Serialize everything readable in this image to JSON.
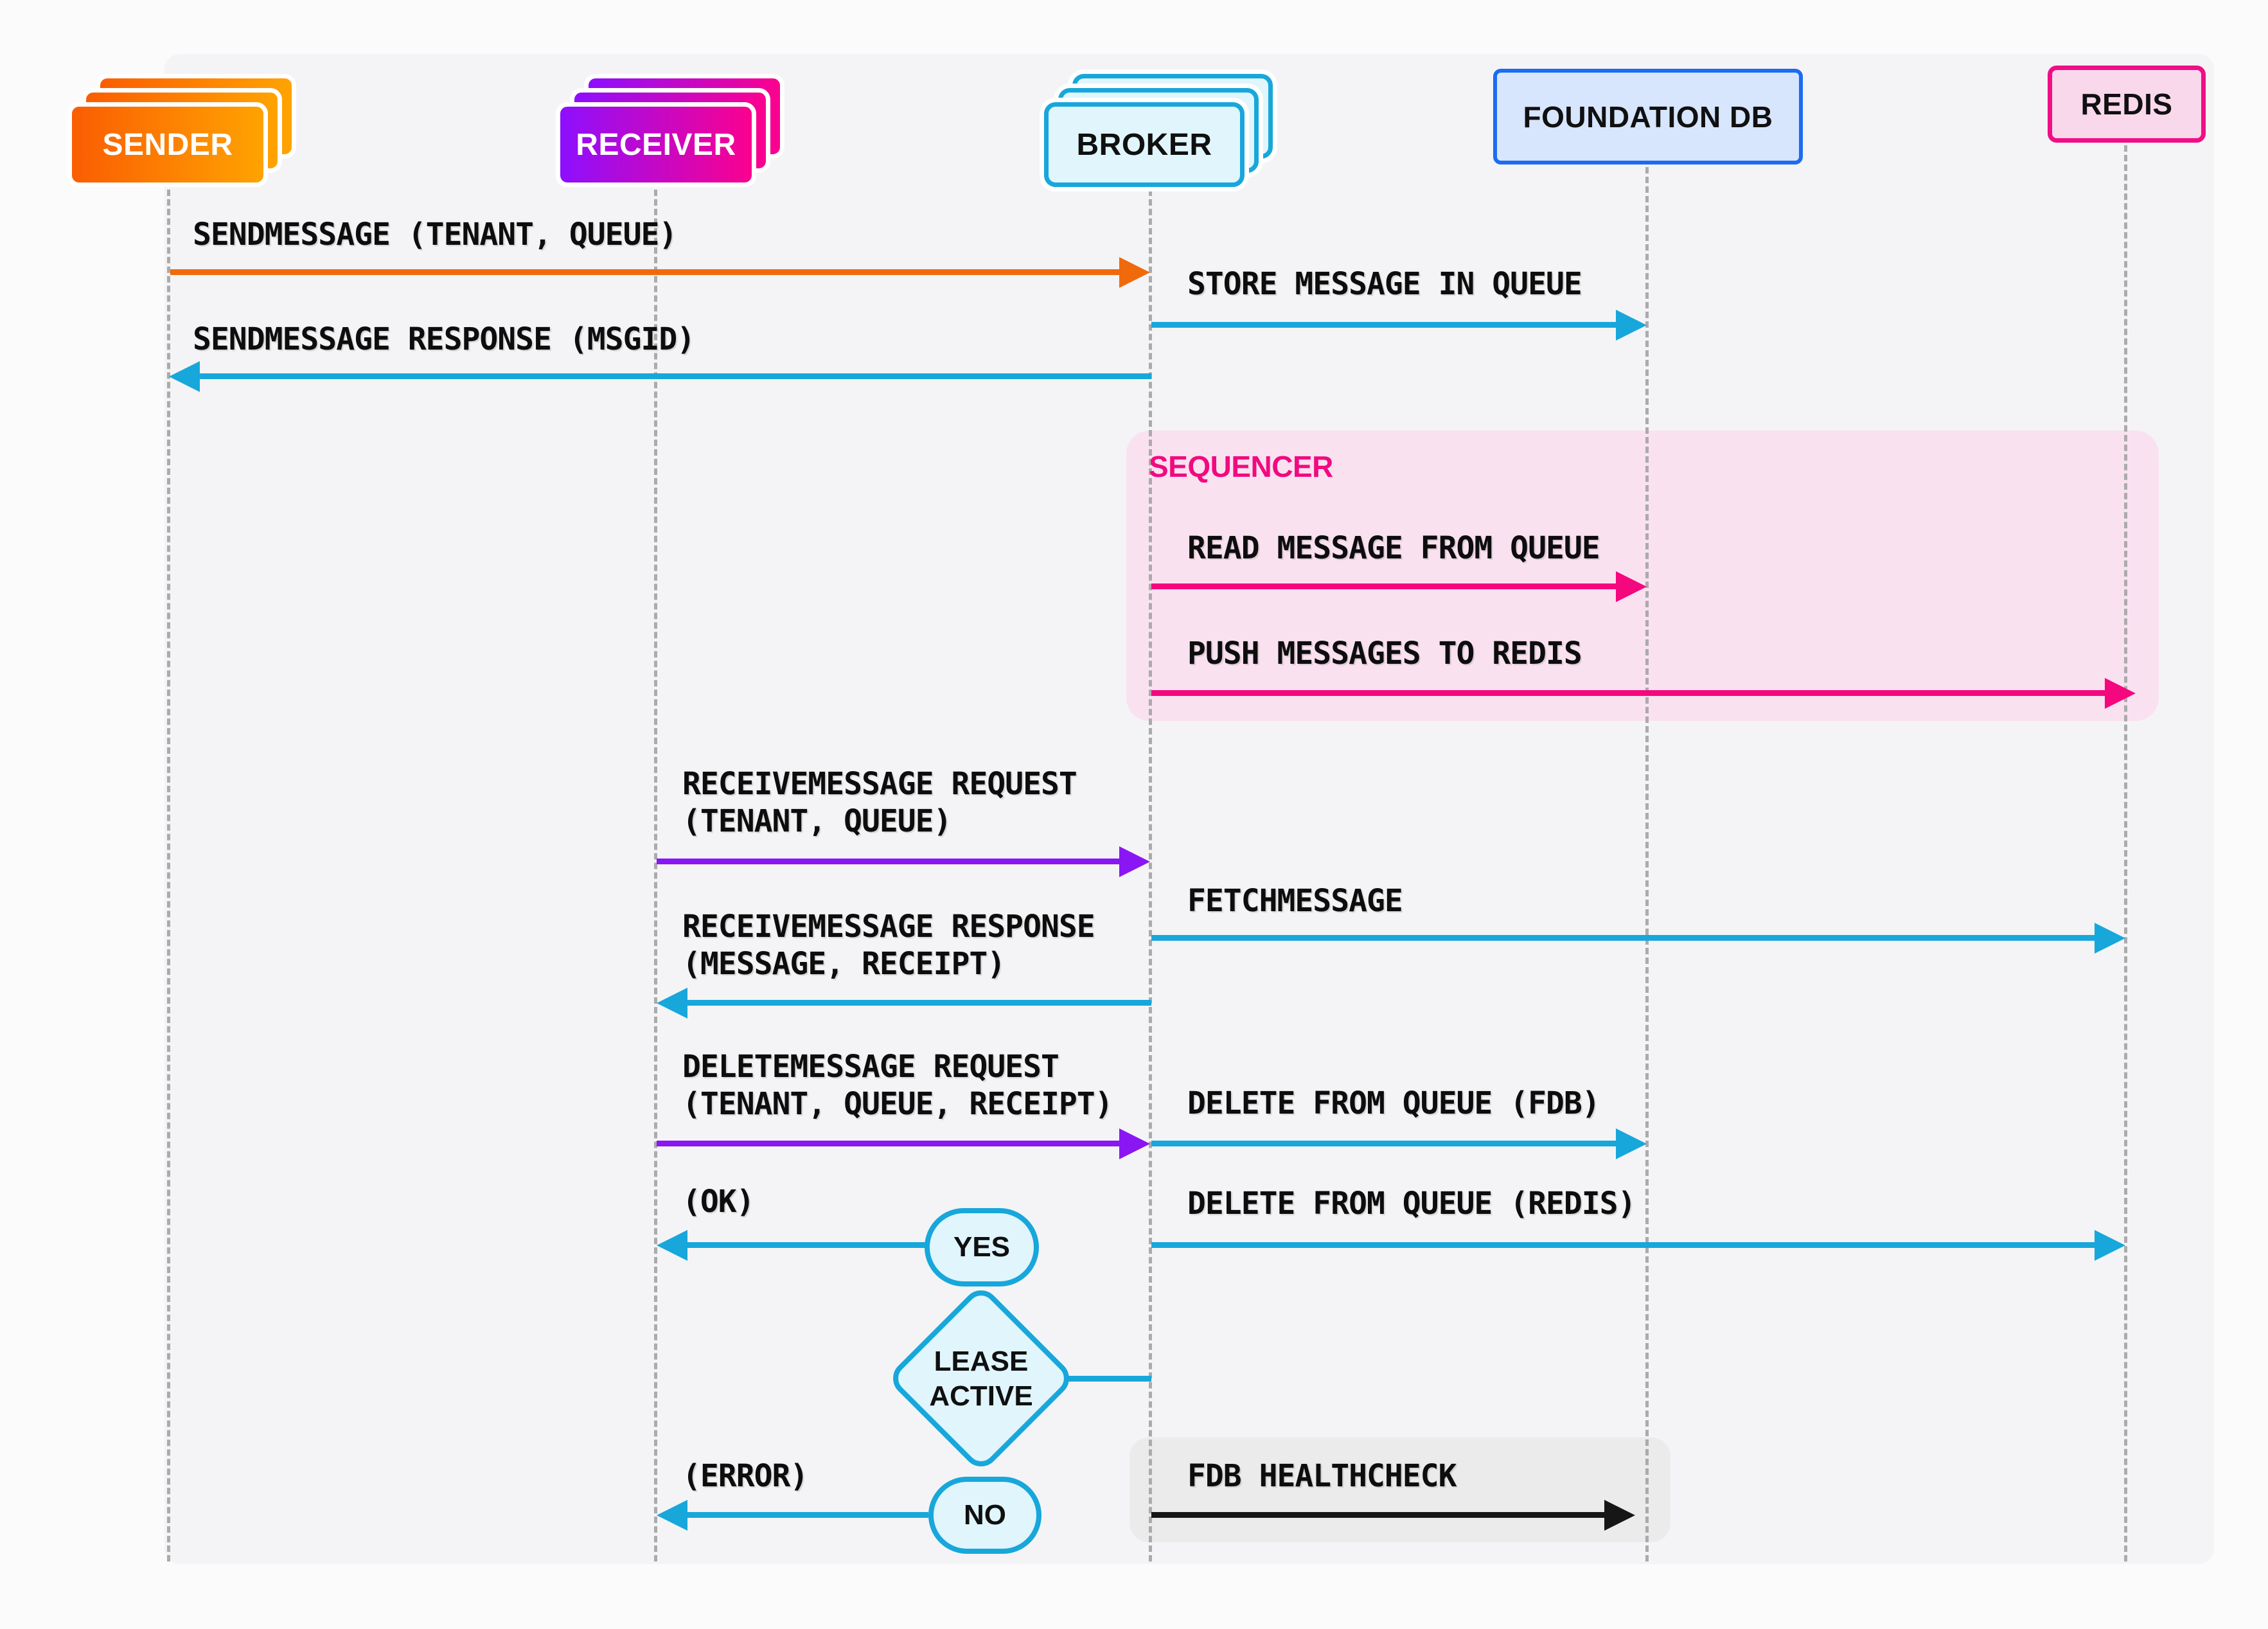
{
  "palette": {
    "background_outer": "#FBFBFB",
    "background_panel": "#F4F4F6",
    "orange_gradient_start": "#FA5D02",
    "orange_gradient_end": "#FFA301",
    "purple_gradient_start": "#8D0FFE",
    "purple_gradient_end": "#FB018E",
    "cyan_border": "#17A7DB",
    "cyan_fill": "#E0F5FC",
    "blue_border": "#1C6CF2",
    "blue_fill": "#D7E5FD",
    "redis_border": "#F00E86",
    "redis_fill": "#FAD8EC",
    "sequencer_bg": "#FAE1F0",
    "sequencer_label_color": "#F10A7F",
    "healthcheck_bg": "#EBEBEB",
    "arrow_orange": "#F06A0C",
    "arrow_cyan": "#17A7DB",
    "arrow_pink": "#F5077E",
    "arrow_purple": "#8A16F3",
    "arrow_black": "#161616",
    "lifeline_gray": "#ABABAB",
    "text_color": "#0D0D0D"
  },
  "actors": [
    {
      "id": "sender",
      "label": "SENDER",
      "style": "stacked-orange-gradient"
    },
    {
      "id": "receiver",
      "label": "RECEIVER",
      "style": "stacked-purple-pink-gradient"
    },
    {
      "id": "broker",
      "label": "BROKER",
      "style": "stacked-cyan"
    },
    {
      "id": "foundationdb",
      "label": "FOUNDATION DB",
      "style": "single-blue"
    },
    {
      "id": "redis",
      "label": "REDIS",
      "style": "single-pink"
    }
  ],
  "sequencer": {
    "label": "SEQUENCER"
  },
  "healthcheck_group": {
    "contains": "FDB HEALTHCHECK"
  },
  "messages": [
    {
      "label": "SENDMESSAGE (TENANT, QUEUE)",
      "from": "sender",
      "to": "broker",
      "color": "orange"
    },
    {
      "label": "STORE MESSAGE IN QUEUE",
      "from": "broker",
      "to": "foundationdb",
      "color": "cyan"
    },
    {
      "label": "SENDMESSAGE RESPONSE (MSGID)",
      "from": "broker",
      "to": "sender",
      "color": "cyan"
    },
    {
      "label": "READ MESSAGE FROM QUEUE",
      "from": "broker",
      "to": "foundationdb",
      "color": "pink",
      "group": "SEQUENCER"
    },
    {
      "label": "PUSH MESSAGES TO REDIS",
      "from": "broker",
      "to": "redis",
      "color": "pink",
      "group": "SEQUENCER"
    },
    {
      "label": "RECEIVEMESSAGE REQUEST (TENANT, QUEUE)",
      "from": "receiver",
      "to": "broker",
      "color": "purple"
    },
    {
      "label": "FETCHMESSAGE",
      "from": "broker",
      "to": "redis",
      "color": "cyan"
    },
    {
      "label": "RECEIVEMESSAGE RESPONSE (MESSAGE, RECEIPT)",
      "from": "broker",
      "to": "receiver",
      "color": "cyan"
    },
    {
      "label": "DELETEMESSAGE REQUEST (TENANT, QUEUE, RECEIPT)",
      "from": "receiver",
      "to": "broker",
      "color": "purple"
    },
    {
      "label": "DELETE FROM QUEUE (FDB)",
      "from": "broker",
      "to": "foundationdb",
      "color": "cyan"
    },
    {
      "label": "(OK)",
      "from": "yes-node",
      "to": "receiver",
      "color": "cyan"
    },
    {
      "label": "DELETE FROM QUEUE (REDIS)",
      "from": "broker",
      "to": "redis",
      "color": "cyan"
    },
    {
      "label": "(ERROR)",
      "from": "no-node",
      "to": "receiver",
      "color": "cyan"
    },
    {
      "label": "FDB HEALTHCHECK",
      "from": "broker",
      "to": "foundationdb",
      "color": "black",
      "group": "HEALTHCHECK"
    }
  ],
  "decision": {
    "condition": "LEASE ACTIVE",
    "yes_label": "YES",
    "no_label": "NO"
  }
}
